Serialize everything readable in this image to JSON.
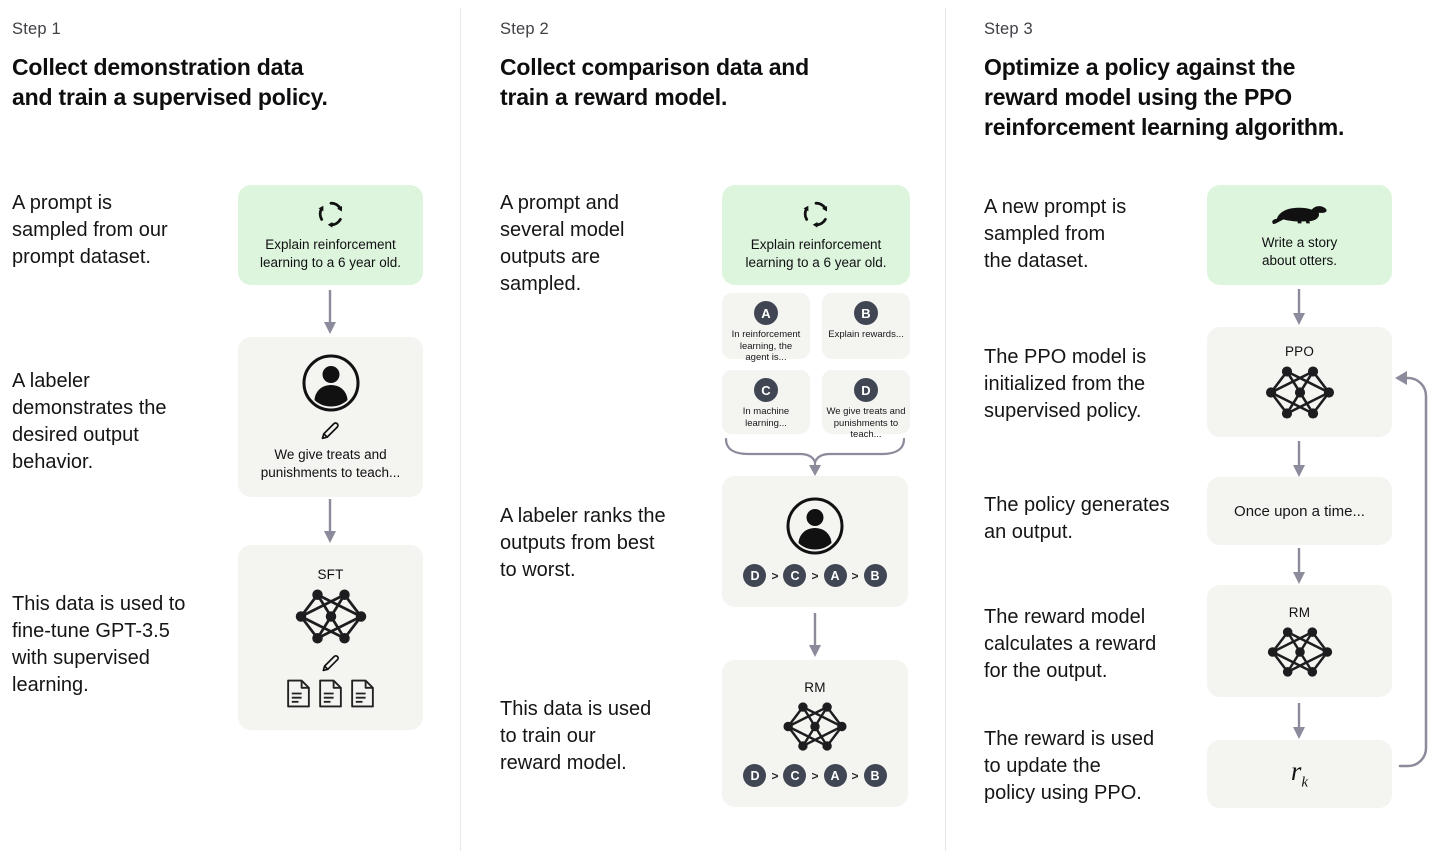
{
  "colors": {
    "background": "#ffffff",
    "prompt_green": "#ddf5dd",
    "panel_gray": "#f4f4f1",
    "badge_slate": "#414654",
    "arrow_gray": "#8b8b9b",
    "icon_black": "#111111",
    "divider": "#e8e8e8"
  },
  "icons": {
    "prompt_sampling": "cycle-icon",
    "labeler": "person-icon",
    "writing": "pencil-icon",
    "model": "network-icon",
    "data_files": "document-icon",
    "otter_prompt": "otter-icon",
    "flow": "arrow-down-icon",
    "merge": "merge-brace-icon",
    "feedback": "loop-arrow-icon"
  },
  "step1": {
    "label": "Step 1",
    "heading": "Collect demonstration data\nand train a supervised policy.",
    "notes": [
      "A prompt is\nsampled from our\nprompt dataset.",
      "A labeler\ndemonstrates the\ndesired output\nbehavior.",
      "This data is used to\nfine-tune GPT-3.5\nwith supervised\nlearning."
    ],
    "prompt_box": {
      "text": "Explain reinforcement\nlearning to a 6 year old."
    },
    "labeler_box": {
      "text": "We give treats and\npunishments to teach..."
    },
    "sft_box": {
      "title": "SFT"
    }
  },
  "step2": {
    "label": "Step 2",
    "heading": "Collect comparison data and\ntrain a reward model.",
    "notes": [
      "A prompt and\nseveral model\noutputs are\nsampled.",
      "A labeler ranks the\noutputs from best\nto worst.",
      "This data is used\nto train our\nreward model."
    ],
    "prompt_box": {
      "text": "Explain reinforcement\nlearning to a 6 year old."
    },
    "outputs": [
      {
        "letter": "A",
        "text": "In reinforcement\nlearning, the\nagent is..."
      },
      {
        "letter": "B",
        "text": "Explain rewards..."
      },
      {
        "letter": "C",
        "text": "In machine\nlearning..."
      },
      {
        "letter": "D",
        "text": "We give treats and\npunishments to\nteach..."
      }
    ],
    "ranking": [
      "D",
      "C",
      "A",
      "B"
    ],
    "ranking_separator": ">",
    "rm_box": {
      "title": "RM"
    }
  },
  "step3": {
    "label": "Step 3",
    "heading": "Optimize a policy against the\nreward model using the PPO\nreinforcement learning algorithm.",
    "notes": [
      "A new prompt is\nsampled from\nthe dataset.",
      "The PPO model is\ninitialized from the\nsupervised policy.",
      "The policy generates\nan output.",
      "The reward model\ncalculates a reward\nfor the output.",
      "The reward is used\nto update the\npolicy using PPO."
    ],
    "prompt_box": {
      "text": "Write a story\nabout otters."
    },
    "ppo_box": {
      "title": "PPO"
    },
    "output_box": {
      "text": "Once upon a time..."
    },
    "rm_box": {
      "title": "RM"
    },
    "reward_box": {
      "base": "r",
      "subscript": "k"
    }
  }
}
